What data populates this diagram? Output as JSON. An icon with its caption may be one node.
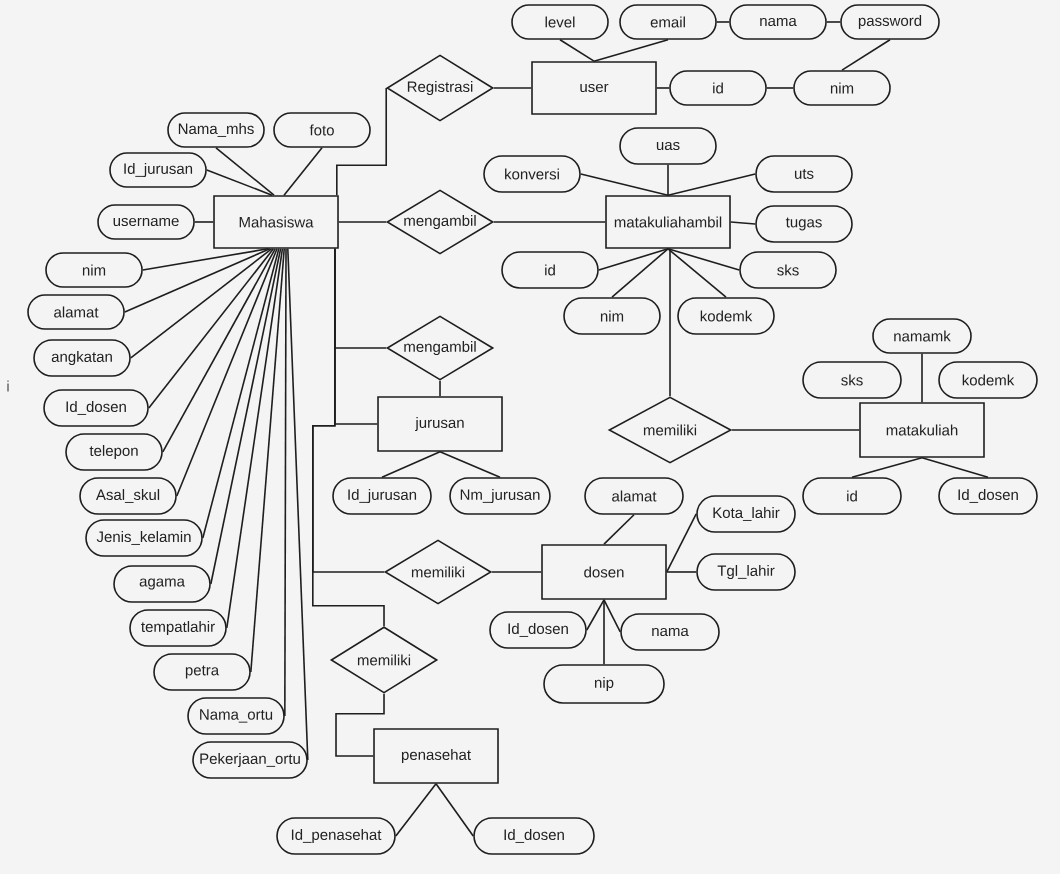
{
  "diagram": {
    "nodes": [
      {
        "text": [
          "Mahasiswa"
        ]
      },
      {
        "text": [
          "Nama_mhs"
        ]
      },
      {
        "text": [
          "foto"
        ]
      },
      {
        "text": [
          "Id_jurusan"
        ]
      },
      {
        "text": [
          "username"
        ]
      },
      {
        "text": [
          "nim"
        ]
      },
      {
        "text": [
          "alamat"
        ]
      },
      {
        "text": [
          "angkatan"
        ]
      },
      {
        "text": [
          "Id_dosen"
        ]
      },
      {
        "text": [
          "telepon"
        ]
      },
      {
        "text": [
          "Asal_skul"
        ]
      },
      {
        "text": [
          "Jenis_kelamin"
        ]
      },
      {
        "text": [
          "agama"
        ]
      },
      {
        "text": [
          "tempatlahir"
        ]
      },
      {
        "text": [
          "petra"
        ]
      },
      {
        "text": [
          "Nama_ortu"
        ]
      },
      {
        "text": [
          "Pekerjaan_ortu"
        ]
      },
      {
        "text": [
          "Registrasi"
        ]
      },
      {
        "text": [
          "user"
        ]
      },
      {
        "text": [
          "level"
        ]
      },
      {
        "text": [
          "email"
        ]
      },
      {
        "text": [
          "nama"
        ]
      },
      {
        "text": [
          "password"
        ]
      },
      {
        "text": [
          "id"
        ]
      },
      {
        "text": [
          "nim"
        ]
      },
      {
        "text": [
          "mengambil"
        ]
      },
      {
        "text": [
          "matakuliahambil"
        ]
      },
      {
        "text": [
          "uas"
        ]
      },
      {
        "text": [
          "konversi"
        ]
      },
      {
        "text": [
          "uts"
        ]
      },
      {
        "text": [
          "tugas"
        ]
      },
      {
        "text": [
          "id"
        ]
      },
      {
        "text": [
          "sks"
        ]
      },
      {
        "text": [
          "nim"
        ]
      },
      {
        "text": [
          "kodemk"
        ]
      },
      {
        "text": [
          "mengambil"
        ]
      },
      {
        "text": [
          "jurusan"
        ]
      },
      {
        "text": [
          "Id_jurusan"
        ]
      },
      {
        "text": [
          "Nm_jurusan"
        ]
      },
      {
        "text": [
          "memiliki"
        ]
      },
      {
        "text": [
          "matakuliah"
        ]
      },
      {
        "text": [
          "namamk"
        ]
      },
      {
        "text": [
          "sks"
        ]
      },
      {
        "text": [
          "kodemk"
        ]
      },
      {
        "text": [
          "id"
        ]
      },
      {
        "text": [
          "Id_dosen"
        ]
      },
      {
        "text": [
          "memiliki"
        ]
      },
      {
        "text": [
          "dosen"
        ]
      },
      {
        "text": [
          "alamat"
        ]
      },
      {
        "text": [
          "Kota_lahir"
        ]
      },
      {
        "text": [
          "Tgl_lahir"
        ]
      },
      {
        "text": [
          "Id_dosen"
        ]
      },
      {
        "text": [
          "nama"
        ]
      },
      {
        "text": [
          "nip"
        ]
      },
      {
        "text": [
          "memiliki"
        ]
      },
      {
        "text": [
          "penasehat"
        ]
      },
      {
        "text": [
          "Id_penasehat"
        ]
      },
      {
        "text": [
          "Id_dosen"
        ]
      }
    ],
    "edges": [
      {
        "from": 0,
        "to": 1,
        "arrow": "none"
      },
      {
        "from": 0,
        "to": 2,
        "arrow": "none"
      },
      {
        "from": 0,
        "to": 3,
        "arrow": "none"
      },
      {
        "from": 0,
        "to": 4,
        "arrow": "none"
      },
      {
        "from": 0,
        "to": 5,
        "arrow": "none"
      },
      {
        "from": 0,
        "to": 6,
        "arrow": "none"
      },
      {
        "from": 0,
        "to": 7,
        "arrow": "none"
      },
      {
        "from": 0,
        "to": 8,
        "arrow": "none"
      },
      {
        "from": 0,
        "to": 9,
        "arrow": "none"
      },
      {
        "from": 0,
        "to": 10,
        "arrow": "none"
      },
      {
        "from": 0,
        "to": 11,
        "arrow": "none"
      },
      {
        "from": 0,
        "to": 12,
        "arrow": "none"
      },
      {
        "from": 0,
        "to": 13,
        "arrow": "none"
      },
      {
        "from": 0,
        "to": 14,
        "arrow": "none"
      },
      {
        "from": 0,
        "to": 15,
        "arrow": "none"
      },
      {
        "from": 0,
        "to": 16,
        "arrow": "none"
      },
      {
        "from": 0,
        "to": 17,
        "arrow": "none"
      },
      {
        "from": 17,
        "to": 18,
        "arrow": "none"
      },
      {
        "from": 18,
        "to": 19,
        "arrow": "none"
      },
      {
        "from": 18,
        "to": 20,
        "arrow": "none"
      },
      {
        "from": 20,
        "to": 21,
        "arrow": "none"
      },
      {
        "from": 21,
        "to": 22,
        "arrow": "none"
      },
      {
        "from": 22,
        "to": 24,
        "arrow": "none"
      },
      {
        "from": 18,
        "to": 23,
        "arrow": "none"
      },
      {
        "from": 23,
        "to": 24,
        "arrow": "none"
      },
      {
        "from": 0,
        "to": 25,
        "arrow": "none"
      },
      {
        "from": 25,
        "to": 26,
        "arrow": "none"
      },
      {
        "from": 26,
        "to": 27,
        "arrow": "none"
      },
      {
        "from": 26,
        "to": 28,
        "arrow": "none"
      },
      {
        "from": 26,
        "to": 29,
        "arrow": "none"
      },
      {
        "from": 26,
        "to": 30,
        "arrow": "none"
      },
      {
        "from": 26,
        "to": 31,
        "arrow": "none"
      },
      {
        "from": 26,
        "to": 32,
        "arrow": "none"
      },
      {
        "from": 26,
        "to": 33,
        "arrow": "none"
      },
      {
        "from": 26,
        "to": 34,
        "arrow": "none"
      },
      {
        "from": 0,
        "to": 35,
        "arrow": "none"
      },
      {
        "from": 0,
        "to": 36,
        "arrow": "none"
      },
      {
        "from": 36,
        "to": 37,
        "arrow": "none"
      },
      {
        "from": 36,
        "to": 38,
        "arrow": "none"
      },
      {
        "from": 35,
        "to": 36,
        "arrow": "none"
      },
      {
        "from": 26,
        "to": 39,
        "arrow": "none"
      },
      {
        "from": 39,
        "to": 40,
        "arrow": "none"
      },
      {
        "from": 40,
        "to": 41,
        "arrow": "none"
      },
      {
        "from": 40,
        "to": 44,
        "arrow": "none"
      },
      {
        "from": 40,
        "to": 45,
        "arrow": "none"
      },
      {
        "from": 0,
        "to": 46,
        "arrow": "none"
      },
      {
        "from": 46,
        "to": 47,
        "arrow": "none"
      },
      {
        "from": 47,
        "to": 48,
        "arrow": "none"
      },
      {
        "from": 47,
        "to": 49,
        "arrow": "none"
      },
      {
        "from": 47,
        "to": 50,
        "arrow": "none"
      },
      {
        "from": 47,
        "to": 51,
        "arrow": "none"
      },
      {
        "from": 47,
        "to": 52,
        "arrow": "none"
      },
      {
        "from": 47,
        "to": 53,
        "arrow": "none"
      },
      {
        "from": 0,
        "to": 54,
        "arrow": "none"
      },
      {
        "from": 54,
        "to": 55,
        "arrow": "none"
      },
      {
        "from": 55,
        "to": 56,
        "arrow": "none"
      },
      {
        "from": 55,
        "to": 57,
        "arrow": "none"
      }
    ],
    "labels": [
      "i"
    ]
  }
}
